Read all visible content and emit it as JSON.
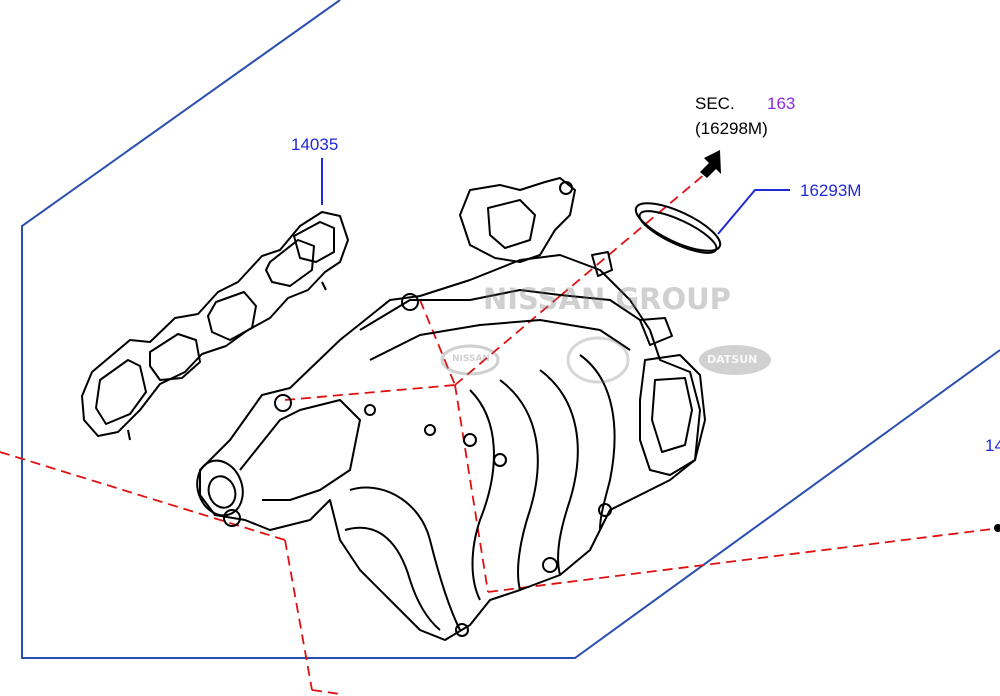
{
  "callouts": {
    "gasket_part": "14035",
    "sec_prefix": "SEC.",
    "sec_number": "163",
    "sec_ref": "(16298M)",
    "ring_part": "16293M",
    "cut_part": "14"
  },
  "watermark": {
    "text": "NISSAN GROUP",
    "badge_left": "NISSAN",
    "badge_right": "DATSUN"
  },
  "colors": {
    "frame_line": "#2a4fb0",
    "leader_line": "#1f2ad6",
    "centerline": "#e01010",
    "outline": "#000000"
  }
}
